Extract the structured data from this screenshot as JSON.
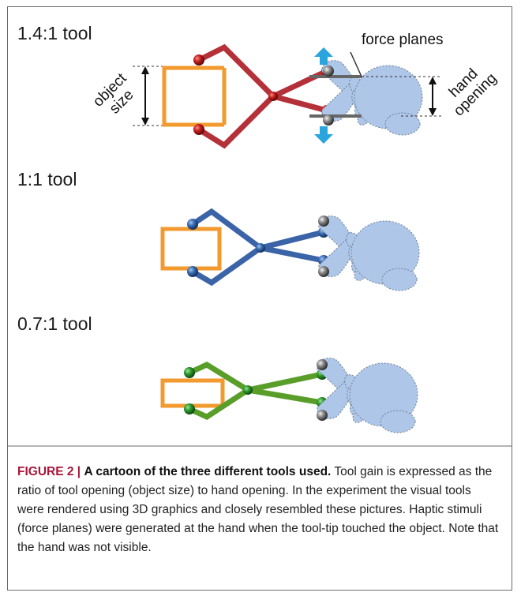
{
  "panels": [
    {
      "title": "1.4:1 tool",
      "color": "#b5313a",
      "joint_color": "#c41f1f"
    },
    {
      "title": "1:1 tool",
      "color": "#3b63a8",
      "joint_color": "#3a6fb4"
    },
    {
      "title": "0.7:1 tool",
      "color": "#5a9e2a",
      "joint_color": "#2e9a2e"
    }
  ],
  "annotations": {
    "force_planes": "force planes",
    "object_size_line1": "object",
    "object_size_line2": "size",
    "hand_opening_line1": "hand",
    "hand_opening_line2": "opening"
  },
  "colors": {
    "object": "#f29a2e",
    "hand_fill": "#aec6e8",
    "hand_outline": "#6f7f96",
    "force_arrow": "#2aa5de",
    "force_plane": "#666666",
    "tip_ball": "#777777"
  },
  "caption": {
    "label": "FIGURE 2 |",
    "title": "A cartoon of the three different tools used.",
    "body": "Tool gain is expressed as the ratio of tool opening (object size) to hand opening. In the experiment the visual tools were rendered using 3D graphics and closely resembled these pictures. Haptic stimuli (force planes) were generated at the hand when the tool-tip touched the object. Note that the hand was not visible."
  }
}
